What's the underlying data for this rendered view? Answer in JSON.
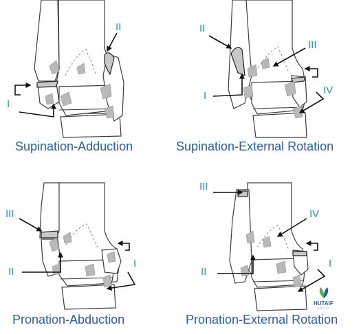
{
  "panels": [
    {
      "caption": "Supination-Adduction",
      "labels": [
        "II",
        "I"
      ]
    },
    {
      "caption": "Supination-External Rotation",
      "labels": [
        "II",
        "III",
        "I",
        "IV"
      ]
    },
    {
      "caption": "Pronation-Abduction",
      "labels": [
        "III",
        "II",
        "I"
      ]
    },
    {
      "caption": "Pronation-External Rotation",
      "labels": [
        "III",
        "IV",
        "II",
        "I"
      ]
    }
  ],
  "logo": {
    "name": "HUTAIF",
    "sub": "ORTHO"
  },
  "colors": {
    "caption": "#2a5ea8",
    "label": "#2a8fd0",
    "arrow": "#111111",
    "fragment": "#b9b9b9"
  }
}
